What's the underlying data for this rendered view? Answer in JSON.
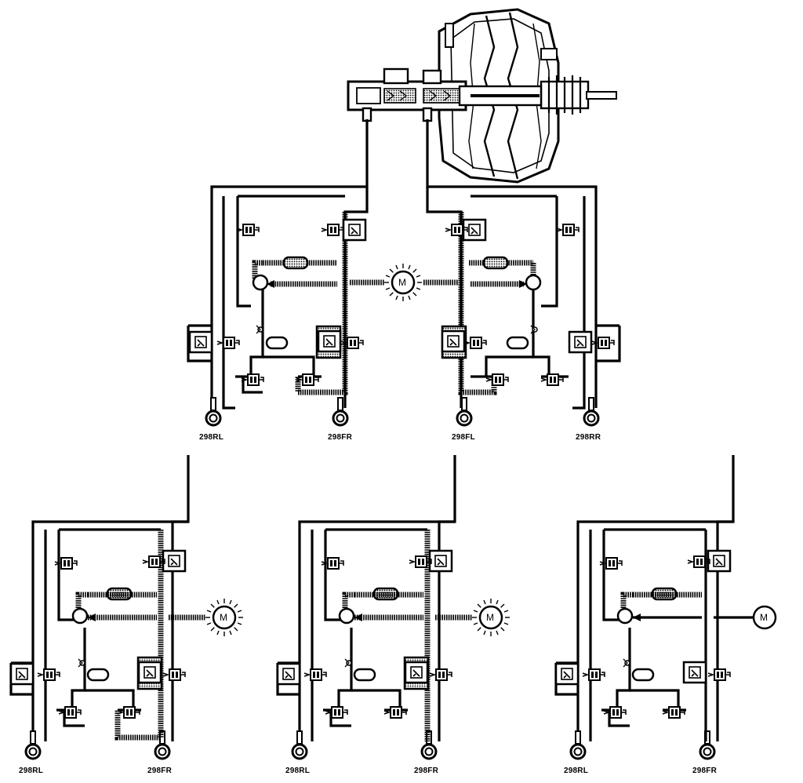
{
  "diagram": {
    "motor_label": "M",
    "wheels": {
      "rear_left": "298RL",
      "front_right": "298FR",
      "front_left": "298FL",
      "rear_right": "298RR"
    },
    "panels": [
      {
        "id": "top-left-circuit",
        "wheel_left": "298RL",
        "wheel_right": "298FR",
        "motor_active": true
      },
      {
        "id": "top-right-circuit",
        "wheel_left": "298FL",
        "wheel_right": "298RR",
        "motor_active": true
      },
      {
        "id": "bottom-left",
        "wheel_left": "298RL",
        "wheel_right": "298FR",
        "motor_active": true
      },
      {
        "id": "bottom-middle",
        "wheel_left": "298RL",
        "wheel_right": "298FR",
        "motor_active": true
      },
      {
        "id": "bottom-right",
        "wheel_left": "298RL",
        "wheel_right": "298FR",
        "motor_active": false
      }
    ]
  }
}
